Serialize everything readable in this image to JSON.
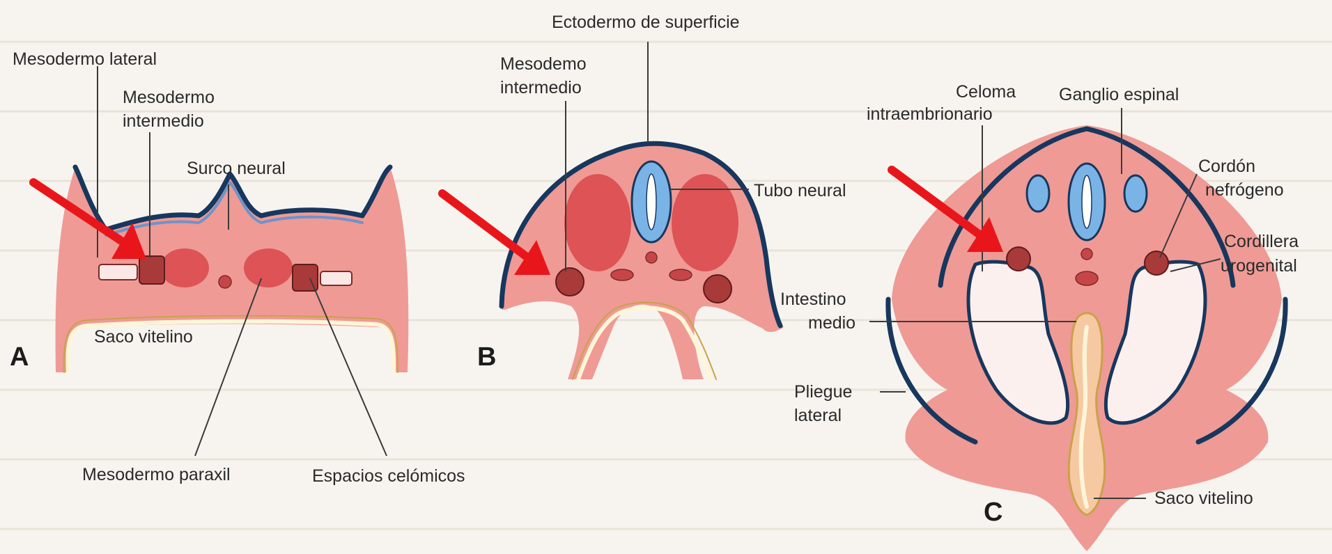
{
  "panels": {
    "a": {
      "letter": "A",
      "labels": {
        "mesodermo_lateral": "Mesodermo lateral",
        "mesodermo_intermedio_1": "Mesodermo",
        "mesodermo_intermedio_2": "intermedio",
        "surco_neural": "Surco neural",
        "saco_vitelino": "Saco vitelino",
        "mesodermo_paraxil": "Mesodermo paraxil",
        "espacios_celomicos": "Espacios celómicos"
      }
    },
    "b": {
      "letter": "B",
      "labels": {
        "ectodermo_superficie": "Ectodermo de superficie",
        "mesodemo_intermedio_1": "Mesodemo",
        "mesodemo_intermedio_2": "intermedio",
        "tubo_neural": "Tubo neural"
      }
    },
    "c": {
      "letter": "C",
      "labels": {
        "celoma_1": "Celoma",
        "celoma_2": "intraembrionario",
        "ganglio_espinal": "Ganglio espinal",
        "cordon_1": "Cordón",
        "cordon_2": "nefrógeno",
        "cordillera_1": "Cordillera",
        "cordillera_2": "urogenital",
        "intestino_1": "Intestino",
        "intestino_2": "medio",
        "pliegue_1": "Pliegue",
        "pliegue_2": "lateral",
        "saco_vitelino": "Saco vitelino"
      }
    }
  },
  "colors": {
    "arrow": "#e8161b",
    "ectoderm": "#17375e",
    "mesoderm": "#ef9a95",
    "neural_tube": "#7ab4e6"
  }
}
